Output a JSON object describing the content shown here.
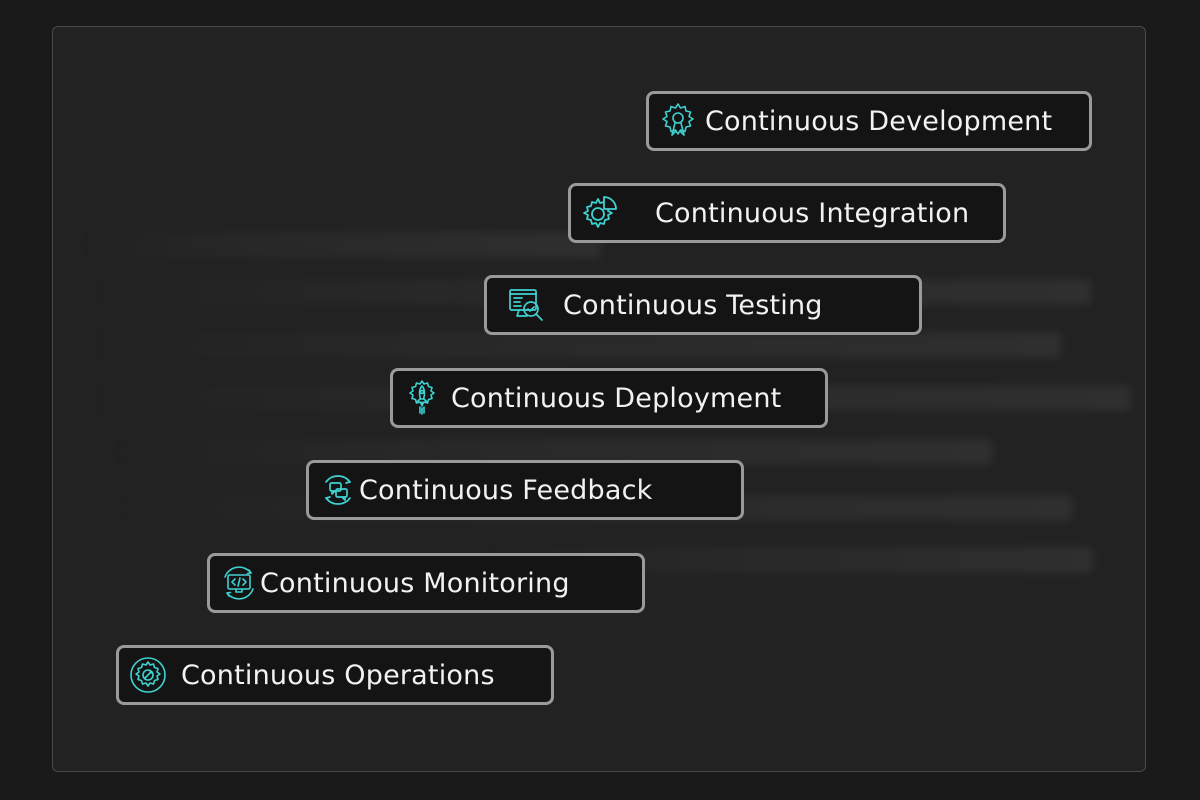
{
  "accent_color": "#3fd1d1",
  "steps": [
    {
      "label": "Continuous Development",
      "icon": "gear-rocket-icon"
    },
    {
      "label": "Continuous Integration",
      "icon": "gear-pie-icon"
    },
    {
      "label": "Continuous Testing",
      "icon": "screen-magnifier-check-icon"
    },
    {
      "label": "Continuous Deployment",
      "icon": "gear-rocket-launch-icon"
    },
    {
      "label": "Continuous Feedback",
      "icon": "chat-cycle-icon"
    },
    {
      "label": "Continuous Monitoring",
      "icon": "code-monitor-icon"
    },
    {
      "label": "Continuous Operations",
      "icon": "gear-wrench-icon"
    }
  ]
}
